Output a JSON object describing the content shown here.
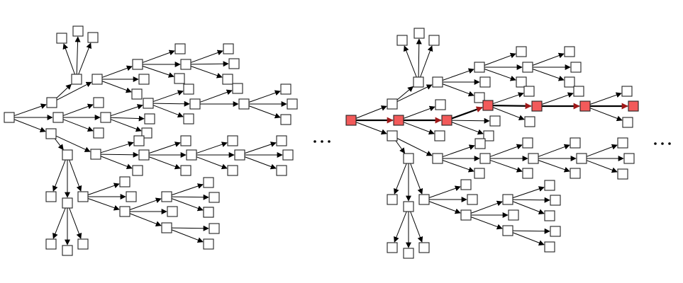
{
  "diagram": {
    "type": "tree-diagram-pair",
    "colors": {
      "node_fill": "#ffffff",
      "node_stroke": "#222222",
      "edge": "#000000",
      "highlight_node_fill": "#f25a5a",
      "highlight_edge": "#a01818"
    },
    "continuation_marker": "ellipsis",
    "panels": [
      {
        "id": "left-tree",
        "highlighted_path": false
      },
      {
        "id": "right-tree",
        "highlighted_path": true
      }
    ]
  }
}
